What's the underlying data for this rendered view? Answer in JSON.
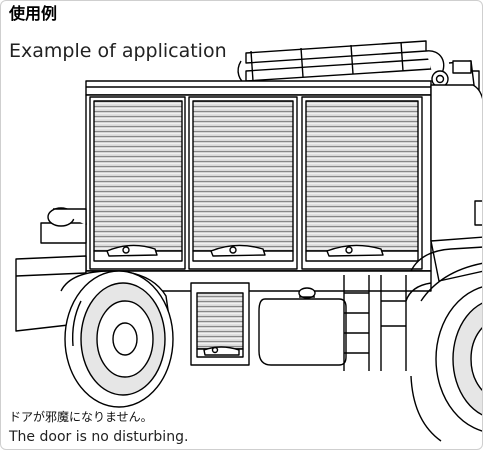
{
  "heading": {
    "ja": "使用例",
    "en": "Example of application"
  },
  "caption": {
    "ja": "ドアが邪魔になりません。",
    "en": "The door is no disturbing."
  },
  "illustration": {
    "icon": "fire-truck-roller-shutter-illustration",
    "line_color": "#000000",
    "shutter_fill": "#d9d9d9"
  }
}
